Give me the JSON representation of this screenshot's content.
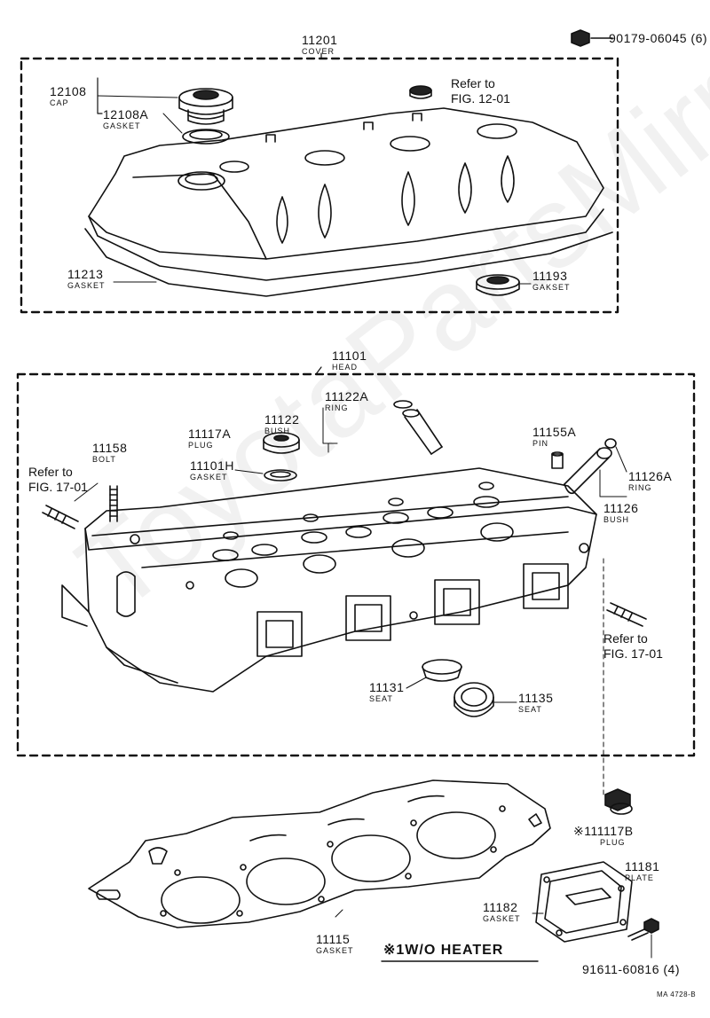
{
  "watermark": "ToyotaPartsMirror.ru",
  "bolt_callout": "90179-06045 (6)",
  "cover_group": {
    "number": "11201",
    "name": "COVER",
    "refer_text": "Refer to",
    "refer_fig": "FIG. 12-01",
    "parts": [
      {
        "id": "cap",
        "number": "12108",
        "name": "CAP"
      },
      {
        "id": "cap-gasket",
        "number": "12108A",
        "name": "GASKET"
      },
      {
        "id": "cover-gasket",
        "number": "11213",
        "name": "GASKET"
      },
      {
        "id": "plug-gasket",
        "number": "11193",
        "name": "GAKSET"
      }
    ]
  },
  "head_group": {
    "number": "11101",
    "name": "HEAD",
    "refer_left_text": "Refer to",
    "refer_left_fig": "FIG. 17-01",
    "refer_right_text": "Refer to",
    "refer_right_fig": "FIG. 17-01",
    "parts": [
      {
        "id": "ring-a",
        "number": "11122A",
        "name": "RING"
      },
      {
        "id": "bush",
        "number": "11122",
        "name": "BUSH"
      },
      {
        "id": "plug",
        "number": "11117A",
        "name": "PLUG"
      },
      {
        "id": "head-gasket-small",
        "number": "11101H",
        "name": "GASKET"
      },
      {
        "id": "bolt",
        "number": "11158",
        "name": "BOLT"
      },
      {
        "id": "pin",
        "number": "11155A",
        "name": "PIN"
      },
      {
        "id": "ring-b",
        "number": "11126A",
        "name": "RING"
      },
      {
        "id": "bush-b",
        "number": "11126",
        "name": "BUSH"
      },
      {
        "id": "seat-a",
        "number": "11131",
        "name": "SEAT"
      },
      {
        "id": "seat-b",
        "number": "11135",
        "name": "SEAT"
      }
    ]
  },
  "lower_parts": [
    {
      "id": "head-gasket",
      "number": "11115",
      "name": "GASKET"
    },
    {
      "id": "plug-b",
      "number": "※111117B",
      "name": "PLUG"
    },
    {
      "id": "plate",
      "number": "11181",
      "name": "PLATE"
    },
    {
      "id": "plate-gasket",
      "number": "11182",
      "name": "GASKET"
    }
  ],
  "bottom_bolt": "91611-60816 (4)",
  "heater_note": "※1W/O HEATER",
  "figure_code": "MA 4728-B"
}
